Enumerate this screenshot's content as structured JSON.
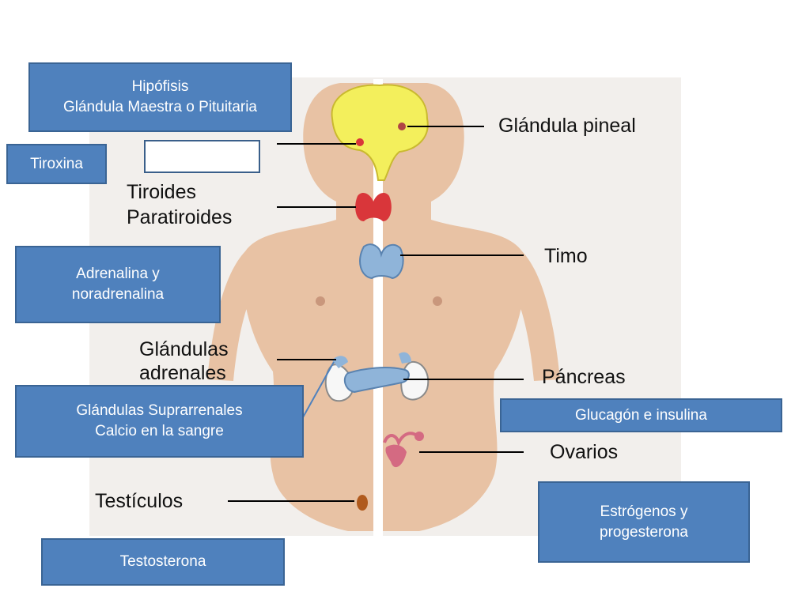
{
  "labels": {
    "pineal": "Glándula pineal",
    "tiroides": "Tiroides",
    "paratiroides": "Paratiroides",
    "timo": "Timo",
    "adrenales_1": "Glándulas",
    "adrenales_2": "adrenales",
    "pancreas": "Páncreas",
    "ovarios": "Ovarios",
    "testiculos": "Testículos"
  },
  "boxes": {
    "hipofisis": "Hipófisis\nGlándula Maestra o Pituitaria",
    "tiroxina": "Tiroxina",
    "adrenalina": "Adrenalina y\nnoradrenalina",
    "suprarrenales": "Glándulas     Suprarrenales\nCalcio en la sangre",
    "glucagon": "Glucagón  e insulina",
    "estrogenos": "Estrógenos y\nprogesterona",
    "testosterona": "Testosterona"
  },
  "colors": {
    "box_fill": "#4f81bd",
    "skin": "#e8c2a4",
    "brain": "#f3ef5c",
    "thyroid": "#d9363a",
    "gland_blue": "#8fb4d9"
  }
}
